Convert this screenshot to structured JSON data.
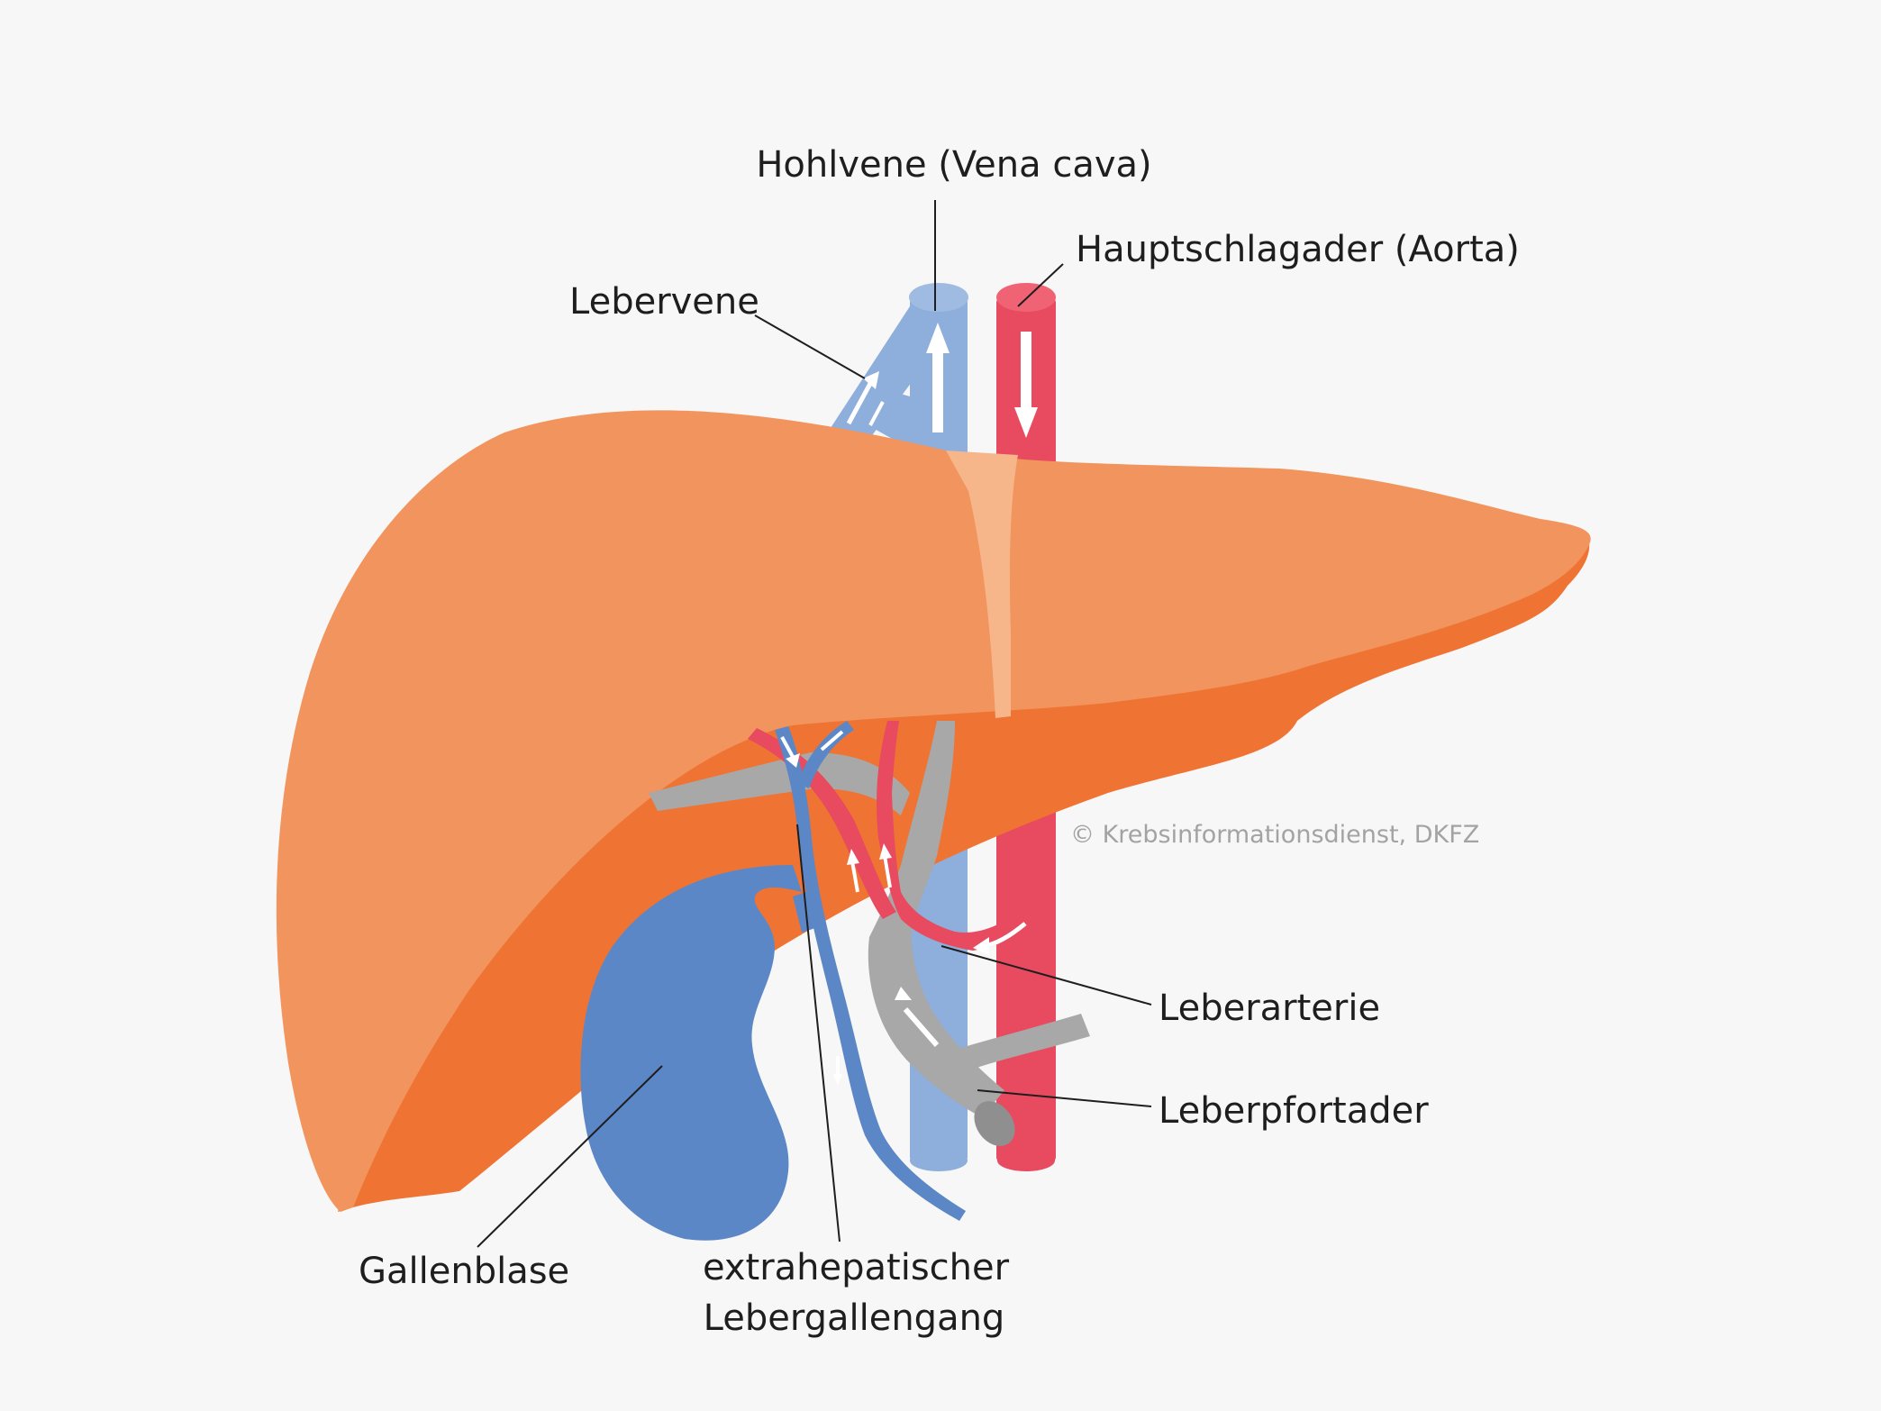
{
  "labels": {
    "vena_cava": "Hohlvene (Vena cava)",
    "aorta": "Hauptschlagader (Aorta)",
    "lebervene": "Lebervene",
    "leberarterie": "Leberarterie",
    "leberpfortader": "Leberpfortader",
    "gallenblase": "Gallenblase",
    "gallengang_line1": "extrahepatischer",
    "gallengang_line2": "Lebergallengang"
  },
  "copyright": "© Krebsinformationsdienst, DKFZ",
  "colors": {
    "background": "#f7f7f7",
    "liver_light": "#f2945e",
    "liver_dark": "#ef7433",
    "ligament": "#f7b58a",
    "vein": "#8eaedb",
    "artery": "#e84a5f",
    "portal_vein": "#a8a8a8",
    "gallbladder": "#5c87c6",
    "label_text": "#1e1e1e",
    "copyright_text": "#a3a3a3"
  }
}
